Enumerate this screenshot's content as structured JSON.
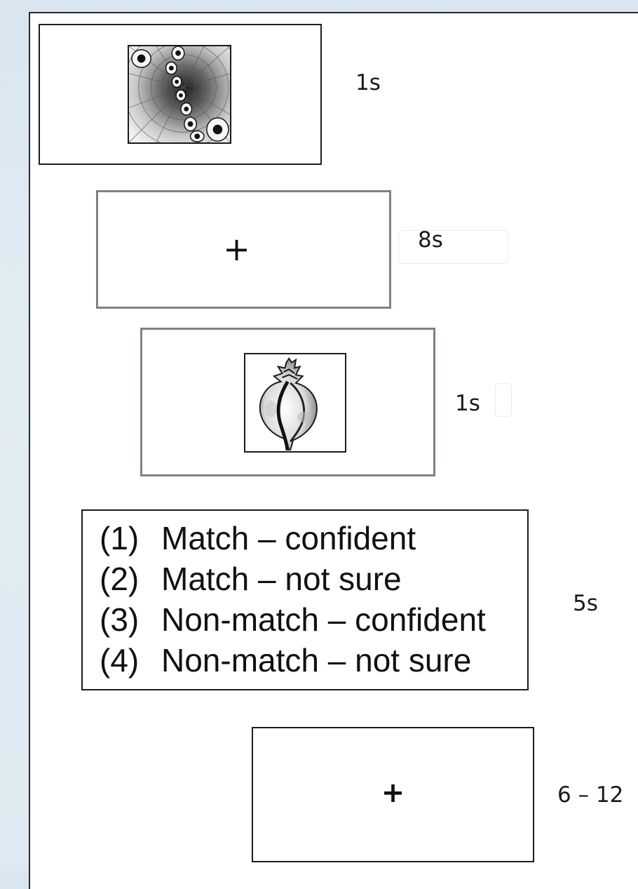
{
  "trial": {
    "sample": {
      "duration": "1s",
      "icon": "fractal-stimulus"
    },
    "delay": {
      "symbol": "+",
      "duration": "8s"
    },
    "test": {
      "duration": "1s",
      "icon": "shell-stimulus"
    },
    "response": {
      "duration": "5s",
      "options": [
        {
          "num": "(1)",
          "text": "Match – confident"
        },
        {
          "num": "(2)",
          "text": "Match – not sure"
        },
        {
          "num": "(3)",
          "text": "Non-match – confident"
        },
        {
          "num": "(4)",
          "text": "Non-match – not sure"
        }
      ]
    },
    "iti": {
      "symbol": "+",
      "duration": "6 – 12"
    }
  }
}
